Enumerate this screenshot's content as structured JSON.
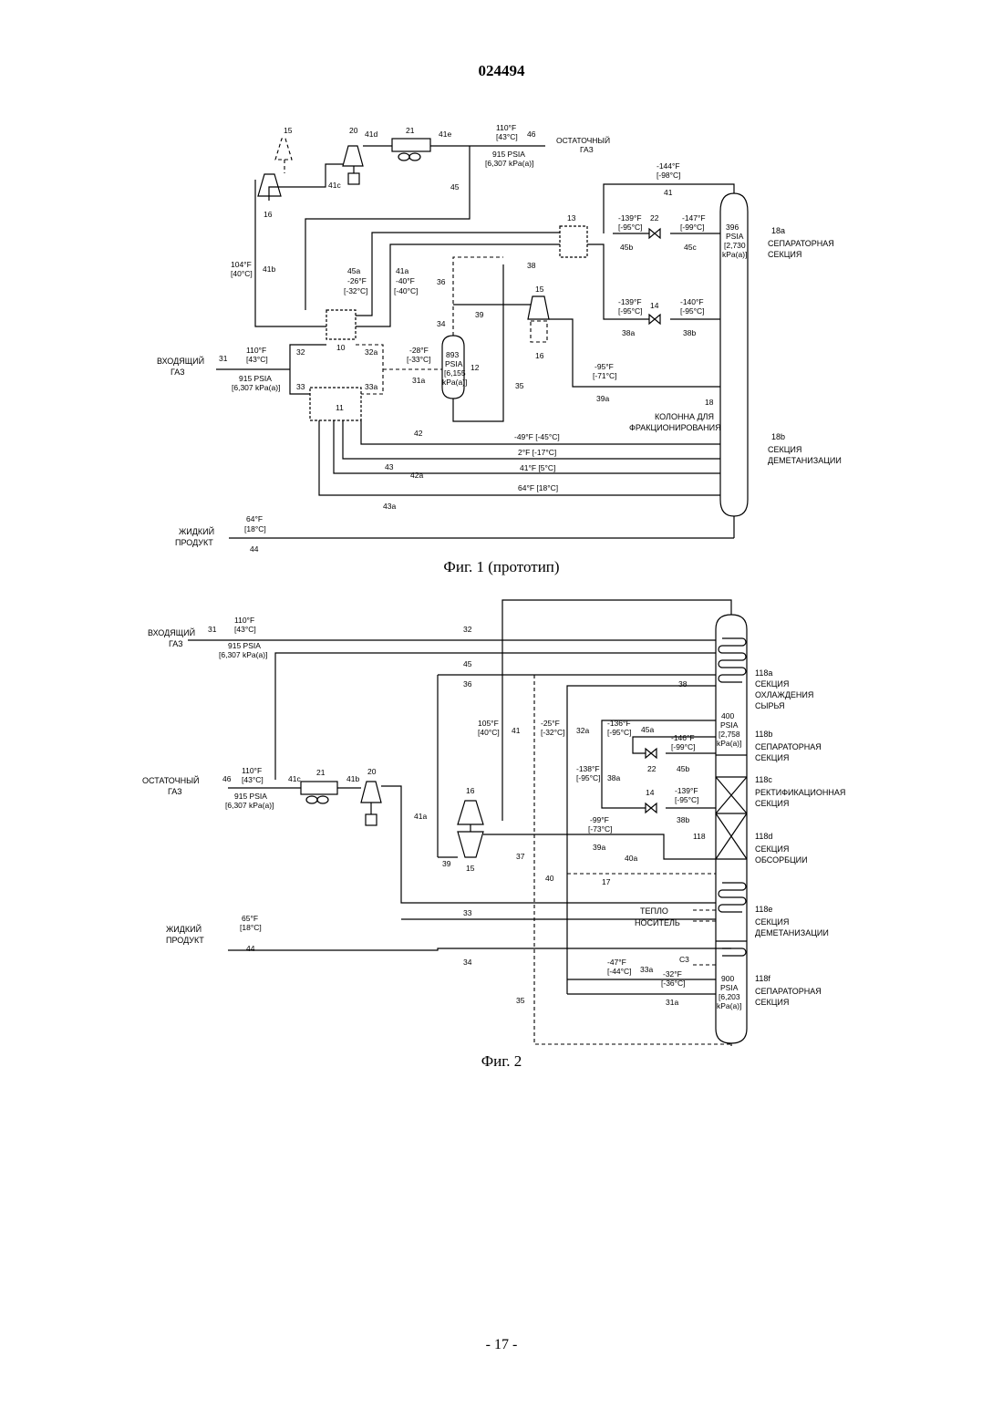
{
  "header": {
    "doc_number": "024494"
  },
  "fig1": {
    "caption": "Фиг. 1 (прототип)",
    "labels": {
      "n15": "15",
      "n16": "16",
      "n20": "20",
      "n21": "21",
      "s41d": "41d",
      "s41e": "41e",
      "t46": "110°F",
      "t46c": "[43°C]",
      "s46": "46",
      "p46": "915 PSIA",
      "p46k": "[6,307 kPa(a)]",
      "residue": "ОСТАТОЧНЫЙ",
      "residue2": "ГАЗ",
      "t41": "-144°F",
      "t41c": "[-98°C]",
      "s41": "41",
      "s41c": "41c",
      "s45": "45",
      "n13": "13",
      "t45b": "-139°F",
      "t45bc": "[-95°C]",
      "n22": "22",
      "t45c": "-147°F",
      "t45cc": "[-99°C]",
      "s45b": "45b",
      "s45c": "45c",
      "col_p": "396",
      "col_p2": "PSIA",
      "col_p3": "[2,730",
      "col_p4": "kPa(a)]",
      "sec18a": "18a",
      "sec18a_l1": "СЕПАРАТОРНАЯ",
      "sec18a_l2": "СЕКЦИЯ",
      "t41b": "104°F",
      "t41bc": "[40°C]",
      "s41b": "41b",
      "s45a": "45a",
      "t45a": "-26°F",
      "t45ac": "[-32°C]",
      "s41a": "41a",
      "t41a": "-40°F",
      "t41ac": "[-40°C]",
      "s38": "38",
      "s36": "36",
      "s39": "39",
      "s34": "34",
      "n15b": "15",
      "n16b": "16",
      "t38a": "-139°F",
      "t38ac": "[-95°C]",
      "n14": "14",
      "t38b": "-140°F",
      "t38bc": "[-95°C]",
      "s38a": "38a",
      "s38b": "38b",
      "n10": "10",
      "inlet": "ВХОДЯЩИЙ",
      "inlet2": "ГАЗ",
      "s31": "31",
      "t31": "110°F",
      "t31c": "[43°C]",
      "p31": "915 PSIA",
      "p31k": "[6,307 kPa(a)]",
      "s32": "32",
      "s32a": "32a",
      "s33": "33",
      "s33a": "33a",
      "t31a": "-28°F",
      "t31ac": "[-33°C]",
      "s31a": "31a",
      "sep_p": "893",
      "sep_p2": "PSIA",
      "sep_p3": "[6,155",
      "sep_p4": "kPa(a)]",
      "n12": "12",
      "s35": "35",
      "t39a": "-95°F",
      "t39ac": "[-71°C]",
      "s39a": "39a",
      "n11": "11",
      "n18": "18",
      "column": "КОЛОННА ДЛЯ",
      "column2": "ФРАКЦИОНИРОВАНИЯ",
      "s42": "42",
      "t42": "-49°F [-45°C]",
      "sec18b": "18b",
      "sec18b_l1": "СЕКЦИЯ",
      "sec18b_l2": "ДЕМЕТАНИЗАЦИИ",
      "t42a": "2°F [-17°C]",
      "s43": "43",
      "s42a": "42a",
      "t43": "41°F [5°C]",
      "t43a": "64°F [18°C]",
      "s43a": "43a",
      "t44": "64°F",
      "t44c": "[18°C]",
      "liquid": "ЖИДКИЙ",
      "liquid2": "ПРОДУКТ",
      "s44": "44"
    }
  },
  "fig2": {
    "caption": "Фиг. 2",
    "labels": {
      "inlet": "ВХОДЯЩИЙ",
      "inlet2": "ГАЗ",
      "s31": "31",
      "t31": "110°F",
      "t31c": "[43°C]",
      "p31": "915 PSIA",
      "p31k": "[6,307 kPa(a)]",
      "s32": "32",
      "s45": "45",
      "s36": "36",
      "s38": "38",
      "sec118a": "118a",
      "sec118a_l1": "СЕКЦИЯ",
      "sec118a_l2": "ОХЛАЖДЕНИЯ",
      "sec118a_l3": "СЫРЬЯ",
      "t41": "105°F",
      "t41c": "[40°C]",
      "s41": "41",
      "t32a": "-25°F",
      "t32ac": "[-32°C]",
      "s32a": "32a",
      "t45a": "-136°F",
      "t45ac": "[-95°C]",
      "s45a": "45a",
      "t45b": "-146°F",
      "t45bc": "[-99°C]",
      "n22": "22",
      "s45b": "45b",
      "col_p": "400",
      "col_p2": "PSIA",
      "col_p3": "[2,758",
      "col_p4": "kPa(a)]",
      "sec118b": "118b",
      "sec118b_l1": "СЕПАРАТОРНАЯ",
      "sec118b_l2": "СЕКЦИЯ",
      "residue": "ОСТАТОЧНЫЙ",
      "residue2": "ГАЗ",
      "s46": "46",
      "t46": "110°F",
      "t46c": "[43°C]",
      "p46": "915 PSIA",
      "p46k": "[6,307 kPa(a)]",
      "s41c": "41c",
      "n21": "21",
      "s41b": "41b",
      "n20": "20",
      "t38a": "-138°F",
      "t38ac": "[-95°C]",
      "s38a": "38a",
      "sec118c": "118c",
      "sec118c_l1": "РЕКТИФИКАЦИОННАЯ",
      "sec118c_l2": "СЕКЦИЯ",
      "n16": "16",
      "n14": "14",
      "t38b": "-139°F",
      "t38bc": "[-95°C]",
      "s38b": "38b",
      "s41a": "41a",
      "t39a": "-99°F",
      "t39ac": "[-73°C]",
      "s39a": "39a",
      "n118": "118",
      "sec118d": "118d",
      "sec118d_l1": "СЕКЦИЯ",
      "sec118d_l2": "ОБСОРБЦИИ",
      "s39": "39",
      "n15": "15",
      "s37": "37",
      "s40": "40",
      "s40a": "40a",
      "n17": "17",
      "heat": "ТЕПЛО",
      "heat2": "НОСИТЕЛЬ",
      "sec118e": "118e",
      "sec118e_l1": "СЕКЦИЯ",
      "sec118e_l2": "ДЕМЕТАНИЗАЦИИ",
      "t44": "65°F",
      "t44c": "[18°C]",
      "liquid": "ЖИДКИЙ",
      "liquid2": "ПРОДУКТ",
      "s44": "44",
      "s33": "33",
      "s34": "34",
      "t33a": "-47°F",
      "t33ac": "[-44°C]",
      "s33a": "33a",
      "t31a": "-32°F",
      "t31ac": "[-36°C]",
      "c3": "C3",
      "s31a": "31a",
      "s35": "35",
      "sep_p": "900",
      "sep_p2": "PSIA",
      "sep_p3": "[6,203",
      "sep_p4": "kPa(a)]",
      "sec118f": "118f",
      "sec118f_l1": "СЕПАРАТОРНАЯ",
      "sec118f_l2": "СЕКЦИЯ"
    }
  },
  "page_number": "- 17 -"
}
